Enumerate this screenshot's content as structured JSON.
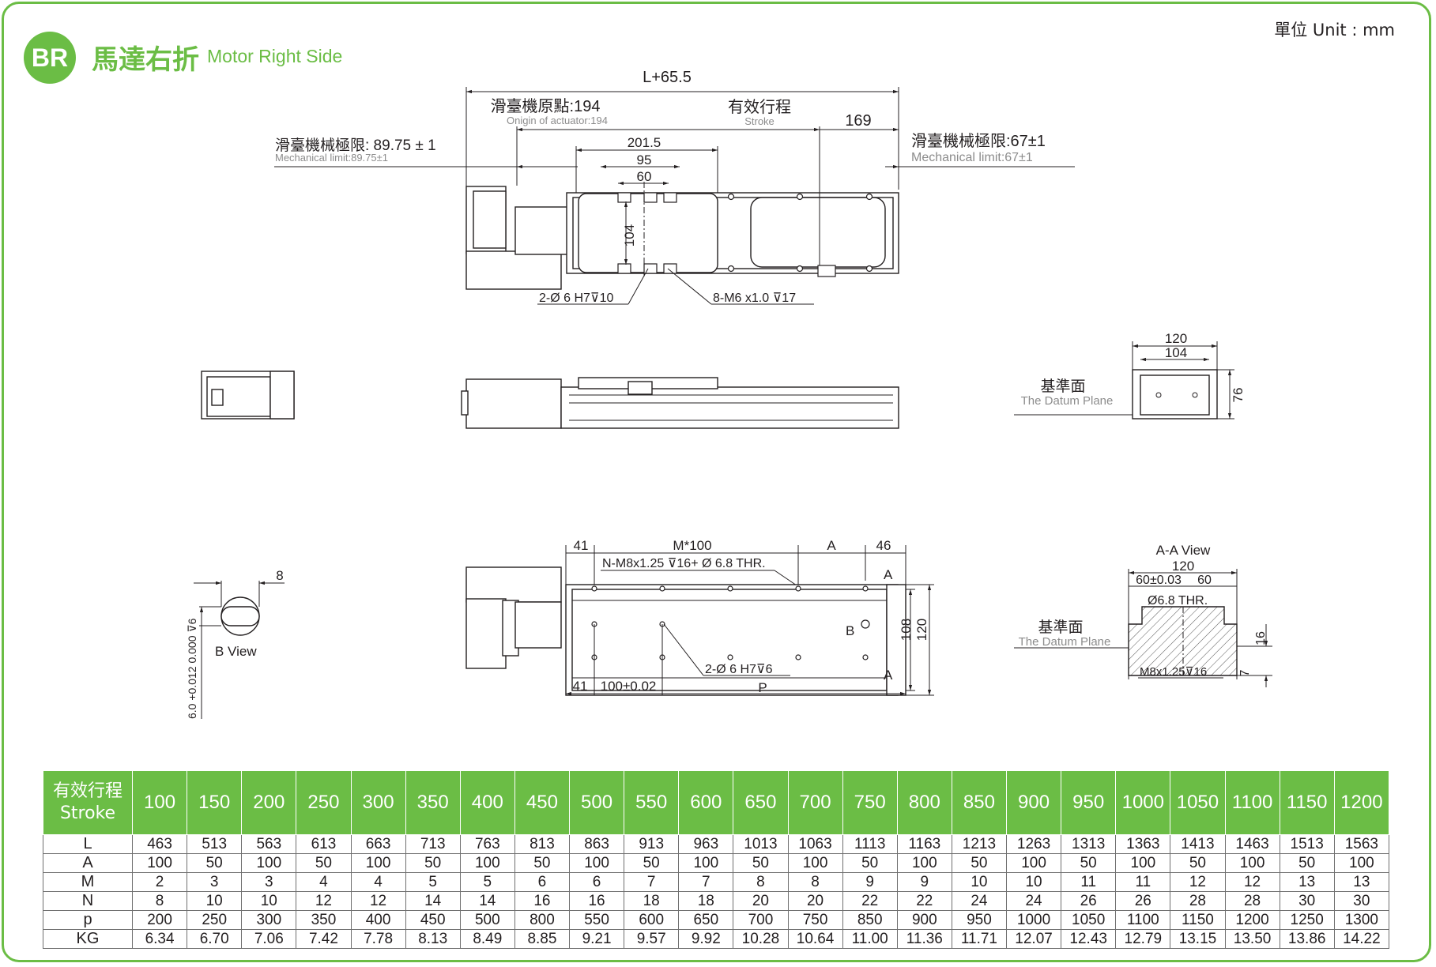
{
  "header": {
    "badge": "BR",
    "title_zh": "馬達右折",
    "title_en": "Motor Right Side",
    "unit": "單位 Unit : mm"
  },
  "colors": {
    "accent": "#6bbd45",
    "label_orange": "#f08a1d",
    "label_cyan": "#29abe2"
  },
  "top_view": {
    "overall": "L+65.5",
    "origin_zh": "滑臺機原點:194",
    "origin_en": "Onigin of actuator:194",
    "stroke_zh": "有效行程",
    "stroke_en": "Stroke",
    "dim_169": "169",
    "mech_left_zh": "滑臺機械極限: 89.75 ± 1",
    "mech_left_en": "Mechanical limit:89.75±1",
    "mech_right_zh": "滑臺機械極限:67±1",
    "mech_right_en": "Mechanical limit:67±1",
    "dim_2015": "201.5",
    "dim_95": "95",
    "dim_60": "60",
    "dim_104": "104",
    "callout_pin": "2-Ø 6  H7⊽10",
    "callout_tap": "8-M6 x1.0 ⊽17"
  },
  "end_view": {
    "w120": "120",
    "w104": "104",
    "h76": "76",
    "datum_zh": "基準面",
    "datum_en": "The Datum Plane"
  },
  "bottom_view": {
    "d41": "41",
    "m100": "M*100",
    "a": "A",
    "d46": "46",
    "thread_note": "N-M8x1.25 ⊽16+ Ø 6.8 THR.",
    "section_a_top": "A",
    "section_a_bot": "A",
    "b_mark": "B",
    "h108": "108",
    "h120": "120",
    "d41b": "41",
    "d100": "100±0.02",
    "pin_note": "2-Ø 6  H7⊽6",
    "p": "P"
  },
  "b_view": {
    "dim8": "8",
    "tolerance": "6.0  +0.012 0.000 ⊽6",
    "label": "B View"
  },
  "aa_view": {
    "label": "A-A View",
    "w120": "120",
    "d60": "60±0.03",
    "d60b": "60",
    "hole": "Ø6.8  THR.",
    "datum_zh": "基準面",
    "datum_en": "The Datum Plane",
    "h16": "16",
    "h7": "7",
    "thread": "M8x1.25⊽16"
  },
  "spec_table": {
    "header_zh": "有效行程",
    "header_en": "Stroke",
    "strokes": [
      "100",
      "150",
      "200",
      "250",
      "300",
      "350",
      "400",
      "450",
      "500",
      "550",
      "600",
      "650",
      "700",
      "750",
      "800",
      "850",
      "900",
      "950",
      "1000",
      "1050",
      "1100",
      "1150",
      "1200"
    ],
    "rows": [
      {
        "label": "L",
        "values": [
          "463",
          "513",
          "563",
          "613",
          "663",
          "713",
          "763",
          "813",
          "863",
          "913",
          "963",
          "1013",
          "1063",
          "1113",
          "1163",
          "1213",
          "1263",
          "1313",
          "1363",
          "1413",
          "1463",
          "1513",
          "1563"
        ]
      },
      {
        "label": "A",
        "values": [
          "100",
          "50",
          "100",
          "50",
          "100",
          "50",
          "100",
          "50",
          "100",
          "50",
          "100",
          "50",
          "100",
          "50",
          "100",
          "50",
          "100",
          "50",
          "100",
          "50",
          "100",
          "50",
          "100"
        ]
      },
      {
        "label": "M",
        "values": [
          "2",
          "3",
          "3",
          "4",
          "4",
          "5",
          "5",
          "6",
          "6",
          "7",
          "7",
          "8",
          "8",
          "9",
          "9",
          "10",
          "10",
          "11",
          "11",
          "12",
          "12",
          "13",
          "13"
        ]
      },
      {
        "label": "N",
        "values": [
          "8",
          "10",
          "10",
          "12",
          "12",
          "14",
          "14",
          "16",
          "16",
          "18",
          "18",
          "20",
          "20",
          "22",
          "22",
          "24",
          "24",
          "26",
          "26",
          "28",
          "28",
          "30",
          "30"
        ]
      },
      {
        "label": "p",
        "values": [
          "200",
          "250",
          "300",
          "350",
          "400",
          "450",
          "500",
          "800",
          "550",
          "600",
          "650",
          "700",
          "750",
          "850",
          "900",
          "950",
          "1000",
          "1050",
          "1100",
          "1150",
          "1200",
          "1250",
          "1300"
        ]
      },
      {
        "label": "KG",
        "values": [
          "6.34",
          "6.70",
          "7.06",
          "7.42",
          "7.78",
          "8.13",
          "8.49",
          "8.85",
          "9.21",
          "9.57",
          "9.92",
          "10.28",
          "10.64",
          "11.00",
          "11.36",
          "11.71",
          "12.07",
          "12.43",
          "12.79",
          "13.15",
          "13.50",
          "13.86",
          "14.22"
        ]
      }
    ]
  }
}
